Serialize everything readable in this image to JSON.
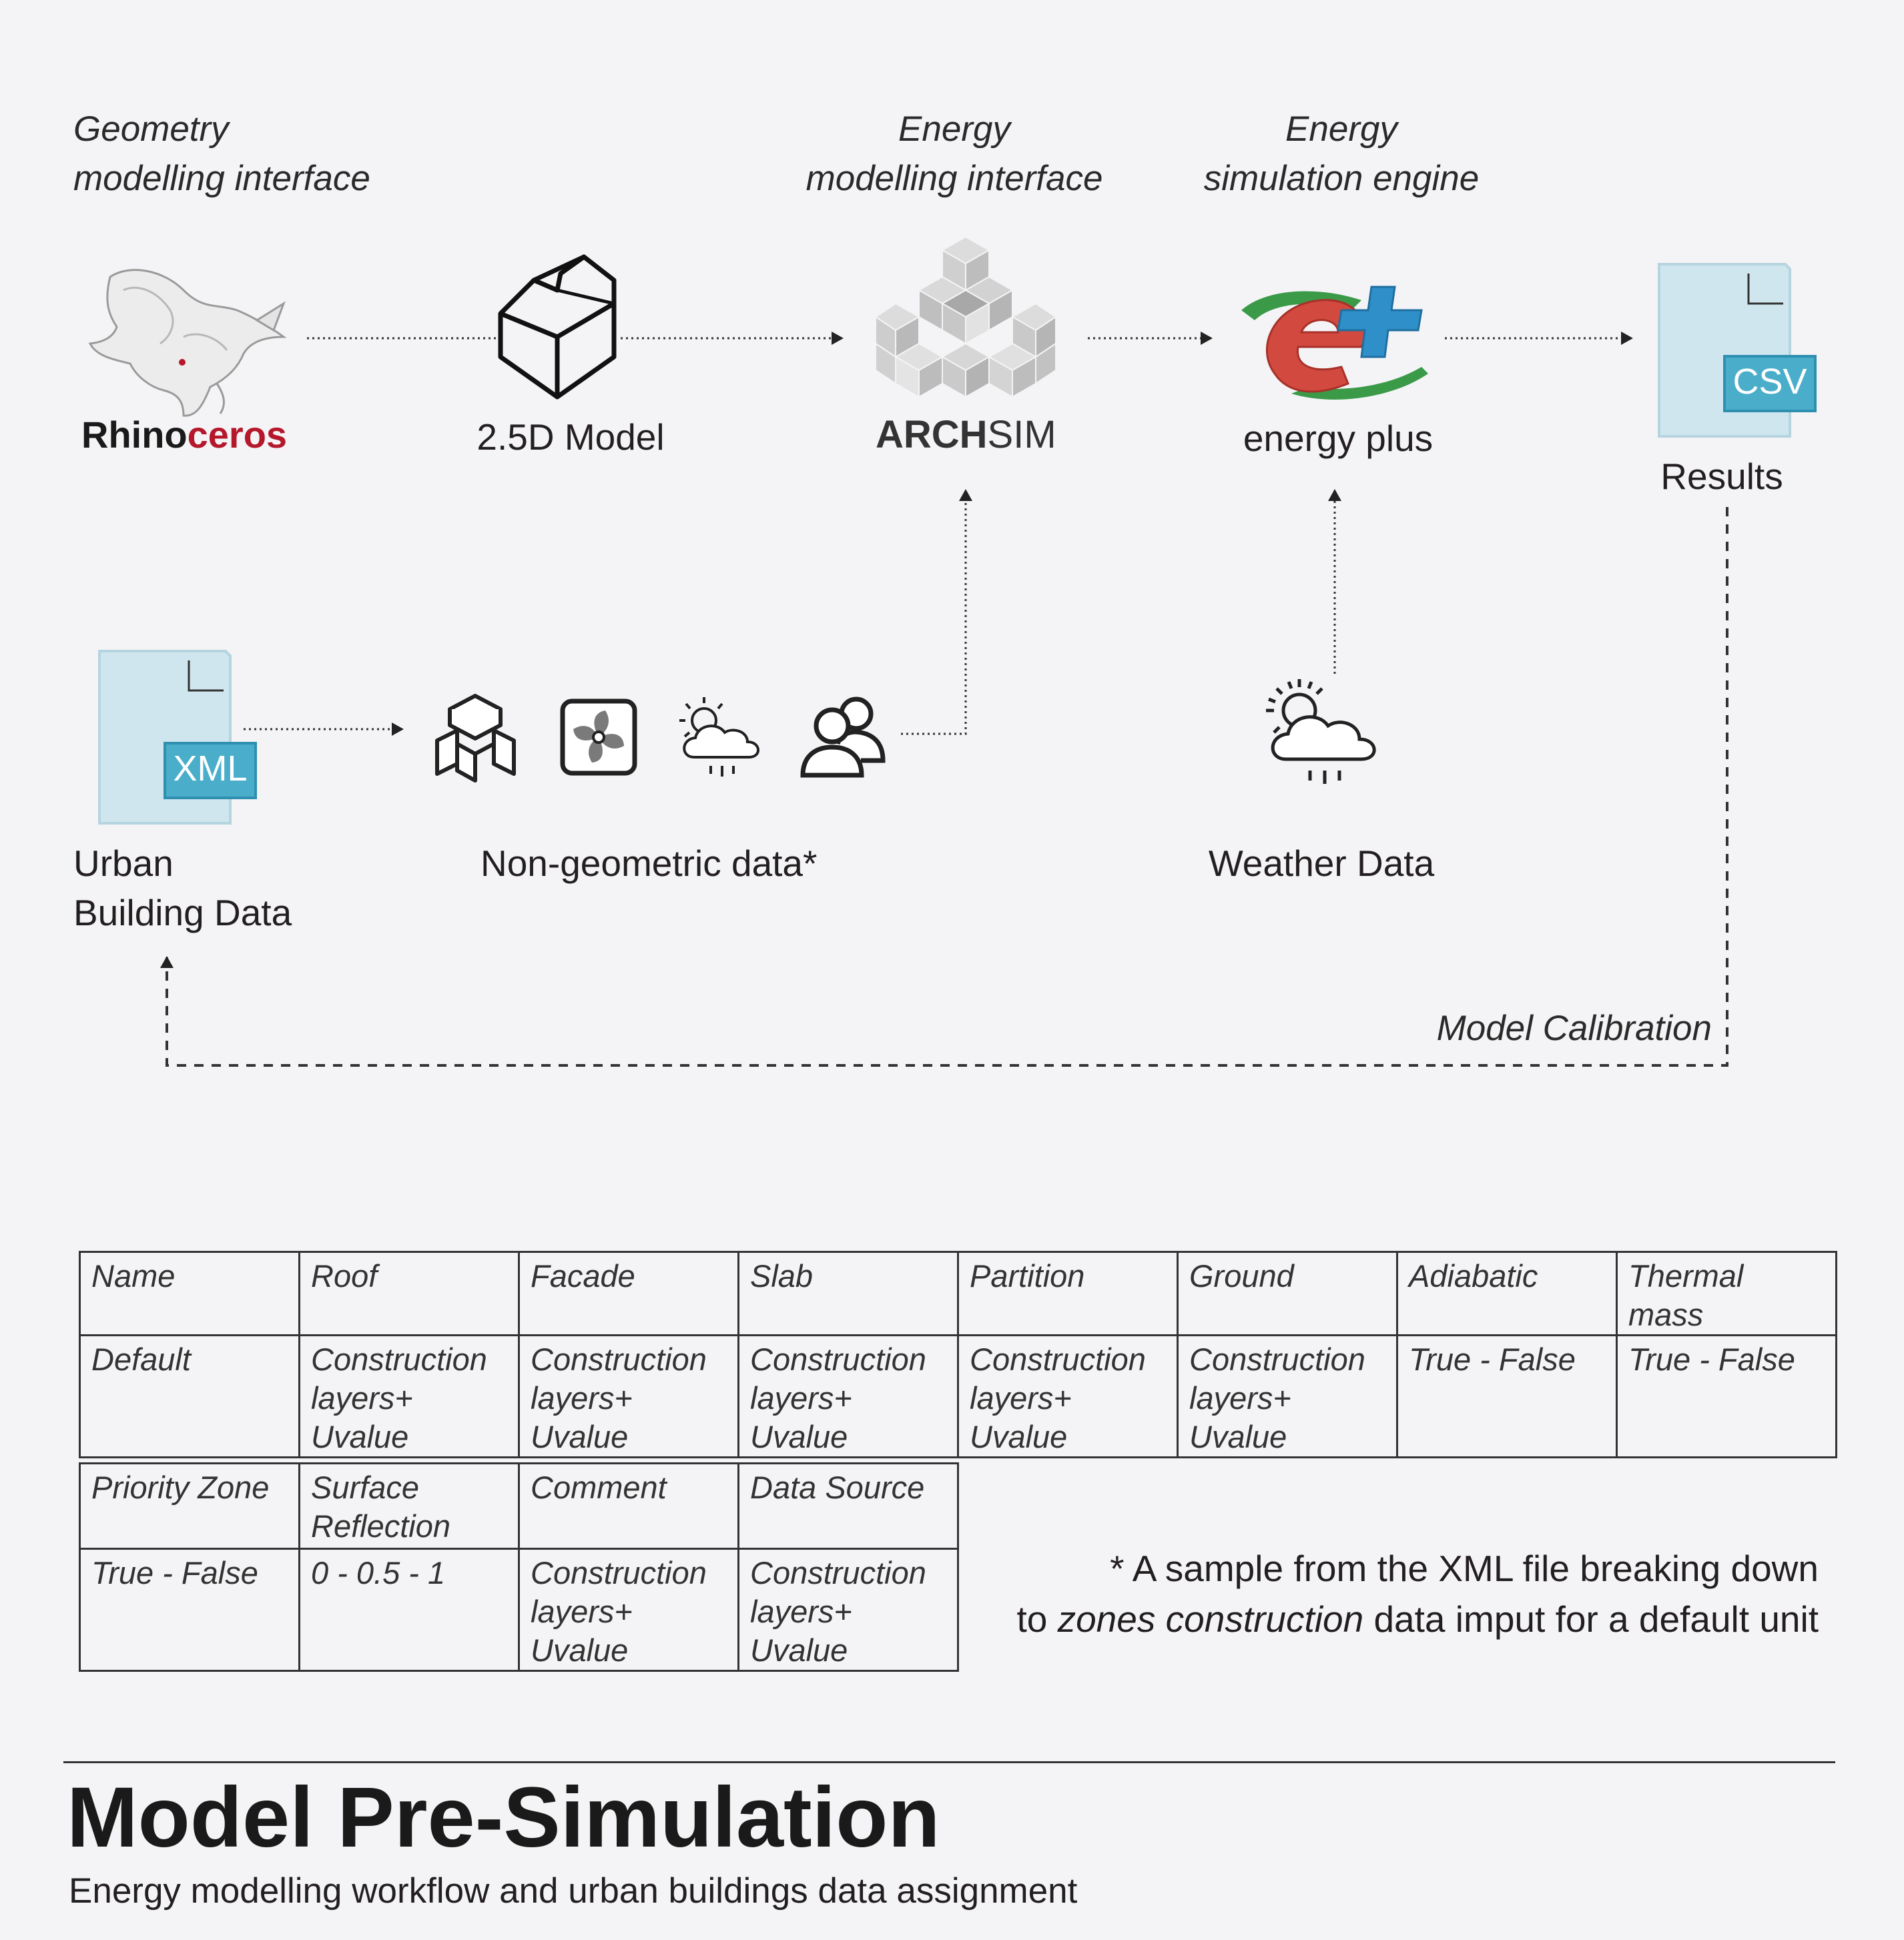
{
  "categories": {
    "geometry": [
      "Geometry",
      "modelling interface"
    ],
    "energy_modelling": [
      "Energy",
      "modelling interface"
    ],
    "energy_engine": [
      "Energy",
      "simulation engine"
    ]
  },
  "nodes": {
    "rhino": {
      "prefix": "Rhino",
      "suffix": "ceros"
    },
    "model25d": "2.5D Model",
    "archsim": {
      "bold": "ARCH",
      "light": "SIM"
    },
    "energyplus": "energy plus",
    "results": {
      "badge": "CSV",
      "label": "Results"
    },
    "urban": {
      "badge": "XML",
      "label_line1": "Urban",
      "label_line2": "Building Data"
    },
    "nongeo": "Non-geometric data*",
    "weather": "Weather Data"
  },
  "calibration": "Model Calibration",
  "table1": {
    "header": [
      "Name",
      "Roof",
      "Facade",
      "Slab",
      "Partition",
      "Ground",
      "Adiabatic",
      "Thermal mass"
    ],
    "row": [
      [
        "Default"
      ],
      [
        "Construction",
        "layers+ Uvalue"
      ],
      [
        "Construction",
        "layers+ Uvalue"
      ],
      [
        "Construction",
        "layers+ Uvalue"
      ],
      [
        "Construction",
        "layers+ Uvalue"
      ],
      [
        "Construction",
        "layers+ Uvalue"
      ],
      [
        "True - False"
      ],
      [
        "True - False"
      ]
    ]
  },
  "table2": {
    "header": [
      [
        "Priority Zone"
      ],
      [
        "Surface",
        "Reflection"
      ],
      [
        "Comment"
      ],
      [
        "Data Source"
      ]
    ],
    "row": [
      [
        "True - False"
      ],
      [
        "0 - 0.5 - 1"
      ],
      [
        "Construction",
        "layers+ Uvalue"
      ],
      [
        "Construction",
        "layers+ Uvalue"
      ]
    ]
  },
  "footnote": {
    "line1": "* A sample from the XML file breaking down",
    "line2_pre": "to ",
    "line2_em": "zones construction",
    "line2_post": " data imput for a default unit"
  },
  "title": "Model Pre-Simulation",
  "subtitle": "Energy modelling workflow and urban buildings data  assignment",
  "colors": {
    "background": "#f4f4f6",
    "rhino_red": "#b5172b",
    "file_blue": "#cfe6ee",
    "badge_blue": "#4aaecb",
    "eplus_red": "#d24a3f",
    "eplus_blue": "#2f8fc9",
    "eplus_green": "#3a9a48"
  }
}
